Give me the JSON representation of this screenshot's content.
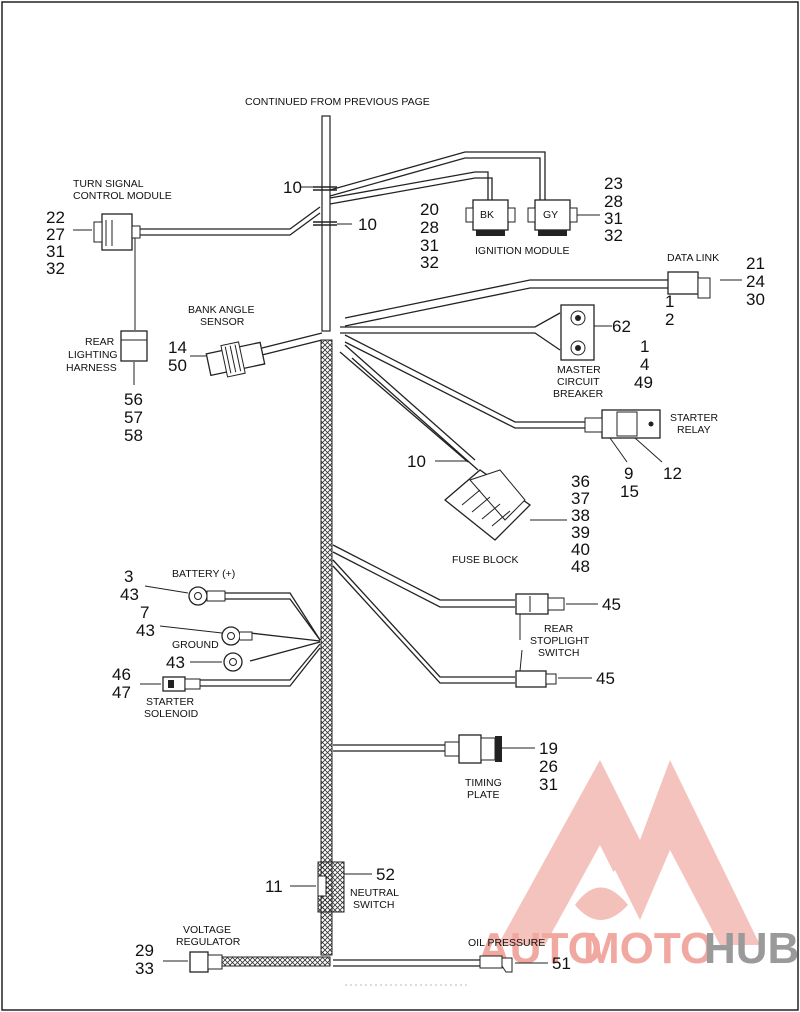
{
  "header": "CONTINUED FROM PREVIOUS PAGE",
  "components": {
    "turn_signal": {
      "label1": "TURN SIGNAL",
      "label2": "CONTROL MODULE",
      "refs": [
        "22",
        "27",
        "31",
        "32"
      ]
    },
    "rear_lighting": {
      "label1": "REAR",
      "label2": "LIGHTING",
      "label3": "HARNESS",
      "refs": [
        "56",
        "57",
        "58"
      ]
    },
    "bank_angle": {
      "label1": "BANK ANGLE",
      "label2": "SENSOR",
      "refs": [
        "14",
        "50"
      ]
    },
    "ignition": {
      "label": "IGNITION MODULE",
      "bk": "BK",
      "gy": "GY",
      "refs_left": [
        "20",
        "28",
        "31",
        "32"
      ],
      "refs_right": [
        "23",
        "28",
        "31",
        "32"
      ]
    },
    "data_link": {
      "label": "DATA LINK",
      "refs": [
        "21",
        "24",
        "30"
      ]
    },
    "breaker": {
      "label1": "MASTER",
      "label2": "CIRCUIT",
      "label3": "BREAKER",
      "ref_a": [
        "1",
        "2"
      ],
      "ref_mid": "62",
      "ref_b": [
        "1",
        "4",
        "49"
      ]
    },
    "starter_relay": {
      "label1": "STARTER",
      "label2": "RELAY",
      "ref_left": [
        "9",
        "15"
      ],
      "ref_right": "12"
    },
    "fuse_block": {
      "label": "FUSE BLOCK",
      "refs": [
        "36",
        "37",
        "38",
        "39",
        "40",
        "48"
      ]
    },
    "harness_ref_top": "10",
    "harness_ref_mid": "10",
    "fuse_ref": "10",
    "battery": {
      "label": "BATTERY (+)",
      "refs": [
        "3",
        "43"
      ]
    },
    "ground": {
      "label": "GROUND",
      "refs": [
        "7",
        "43"
      ],
      "ref2": "43"
    },
    "starter_solenoid": {
      "label1": "STARTER",
      "label2": "SOLENOID",
      "refs": [
        "46",
        "47"
      ]
    },
    "stoplight": {
      "label1": "REAR",
      "label2": "STOPLIGHT",
      "label3": "SWITCH",
      "ref_top": "45",
      "ref_bottom": "45"
    },
    "timing_plate": {
      "label1": "TIMING",
      "label2": "PLATE",
      "refs": [
        "19",
        "26",
        "31"
      ]
    },
    "neutral": {
      "label1": "NEUTRAL",
      "label2": "SWITCH",
      "ref_left": "11",
      "ref_right": "52"
    },
    "voltage_reg": {
      "label1": "VOLTAGE",
      "label2": "REGULATOR",
      "refs": [
        "29",
        "33"
      ]
    },
    "oil_pressure": {
      "label": "OIL PRESSURE",
      "ref": "51"
    }
  },
  "watermark": {
    "part1": "AUTO",
    "part2": "MOTO",
    "part3": "HUB",
    "color_primary": "#f0a8a0",
    "color_secondary": "#9a9a9a"
  }
}
